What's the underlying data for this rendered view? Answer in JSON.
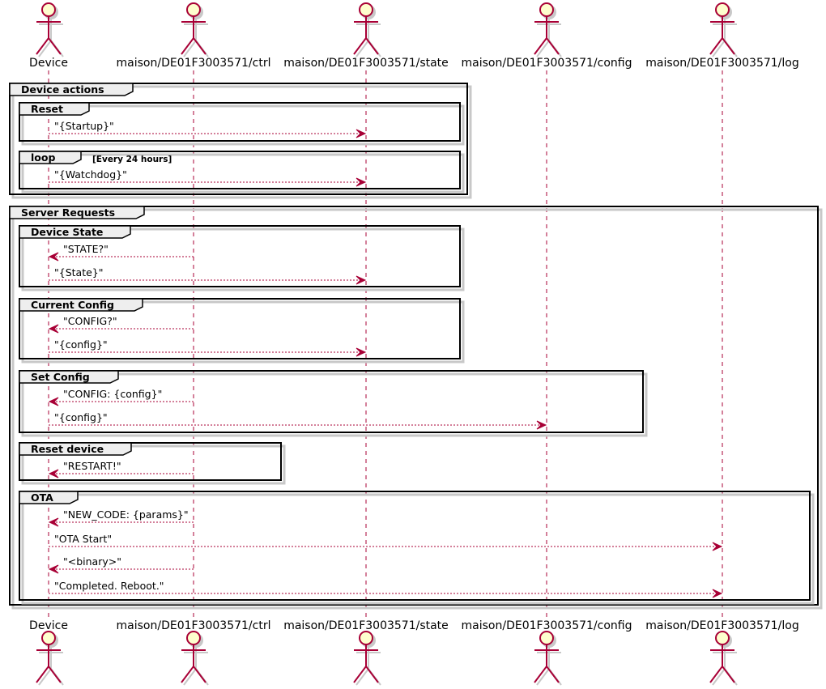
{
  "participants": [
    {
      "id": "device",
      "name": "Device"
    },
    {
      "id": "ctrl",
      "name": "maison/DE01F3003571/ctrl"
    },
    {
      "id": "state",
      "name": "maison/DE01F3003571/state"
    },
    {
      "id": "config",
      "name": "maison/DE01F3003571/config"
    },
    {
      "id": "log",
      "name": "maison/DE01F3003571/log"
    }
  ],
  "groups": [
    {
      "title": "Device actions",
      "subgroups": [
        {
          "title": "Reset",
          "condition": "",
          "messages": [
            {
              "from": "device",
              "to": "state",
              "label": "\"{Startup}\""
            }
          ]
        },
        {
          "title": "loop",
          "condition": "[Every 24 hours]",
          "messages": [
            {
              "from": "device",
              "to": "state",
              "label": "\"{Watchdog}\""
            }
          ]
        }
      ]
    },
    {
      "title": "Server Requests",
      "subgroups": [
        {
          "title": "Device State",
          "condition": "",
          "messages": [
            {
              "from": "ctrl",
              "to": "device",
              "label": "\"STATE?\""
            },
            {
              "from": "device",
              "to": "state",
              "label": "\"{State}\""
            }
          ]
        },
        {
          "title": "Current Config",
          "condition": "",
          "messages": [
            {
              "from": "ctrl",
              "to": "device",
              "label": "\"CONFIG?\""
            },
            {
              "from": "device",
              "to": "state",
              "label": "\"{config}\""
            }
          ]
        },
        {
          "title": "Set Config",
          "condition": "",
          "messages": [
            {
              "from": "ctrl",
              "to": "device",
              "label": "\"CONFIG: {config}\""
            },
            {
              "from": "device",
              "to": "config",
              "label": "\"{config}\""
            }
          ]
        },
        {
          "title": "Reset device",
          "condition": "",
          "messages": [
            {
              "from": "ctrl",
              "to": "device",
              "label": "\"RESTART!\""
            }
          ]
        },
        {
          "title": "OTA",
          "condition": "",
          "messages": [
            {
              "from": "ctrl",
              "to": "device",
              "label": "\"NEW_CODE: {params}\""
            },
            {
              "from": "device",
              "to": "log",
              "label": "\"OTA Start\""
            },
            {
              "from": "ctrl",
              "to": "device",
              "label": "\"<binary>\""
            },
            {
              "from": "device",
              "to": "log",
              "label": "\"Completed. Reboot.\""
            }
          ]
        }
      ]
    }
  ],
  "colors": {
    "line": "#a80036",
    "actor_fill": "#fefece",
    "tab_fill": "#eeeeee",
    "shadow": "#c8c8c8"
  }
}
